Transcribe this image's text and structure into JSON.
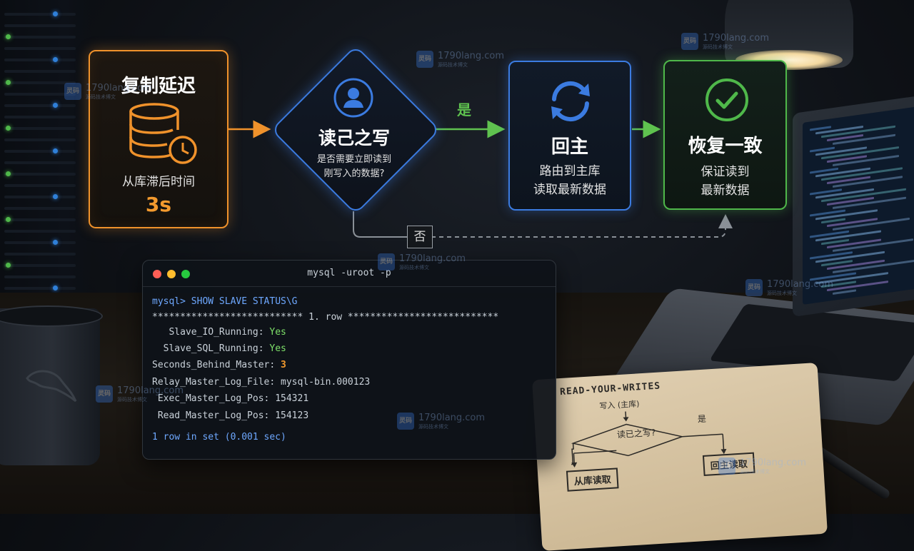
{
  "diagram": {
    "replica_lag": {
      "title": "复制延迟",
      "subtitle": "从库滞后时间",
      "value": "3s"
    },
    "decision": {
      "title": "读己之写",
      "question_line1": "是否需要立即读到",
      "question_line2": "刚写入的数据?"
    },
    "yes_label": "是",
    "no_label": "否",
    "route_primary": {
      "title": "回主",
      "line1": "路由到主库",
      "line2": "读取最新数据"
    },
    "consistent": {
      "title": "恢复一致",
      "line1": "保证读到",
      "line2": "最新数据"
    }
  },
  "terminal": {
    "window_title": "mysql -uroot -p",
    "prompt": "mysql>",
    "command": "SHOW SLAVE STATUS\\G",
    "row_header": "*************************** 1. row ***************************",
    "fields": [
      {
        "key": "   Slave_IO_Running:",
        "value": "Yes"
      },
      {
        "key": "  Slave_SQL_Running:",
        "value": "Yes"
      },
      {
        "key": "Seconds_Behind_Master:",
        "value": "3"
      },
      {
        "key": "Relay_Master_Log_File:",
        "value": "mysql-bin.000123"
      },
      {
        "key": " Exec_Master_Log_Pos:",
        "value": "154321"
      },
      {
        "key": " Read_Master_Log_Pos:",
        "value": "154123"
      }
    ],
    "footer": "1 row in set (0.001 sec)"
  },
  "notebook": {
    "title": "READ-YOUR-WRITES",
    "write_label": "写入 (主库)",
    "decision_label": "读已之写?",
    "yes_label": "是",
    "left_box": "从库读取",
    "right_box": "回主读取"
  },
  "watermark": {
    "logo": "灵码",
    "text": "1790lang.com",
    "sub": "源码技术博文"
  },
  "colors": {
    "orange": "#f0922b",
    "blue": "#3b7be0",
    "green": "#4fb84a",
    "terminal_bg": "#0e1218"
  }
}
